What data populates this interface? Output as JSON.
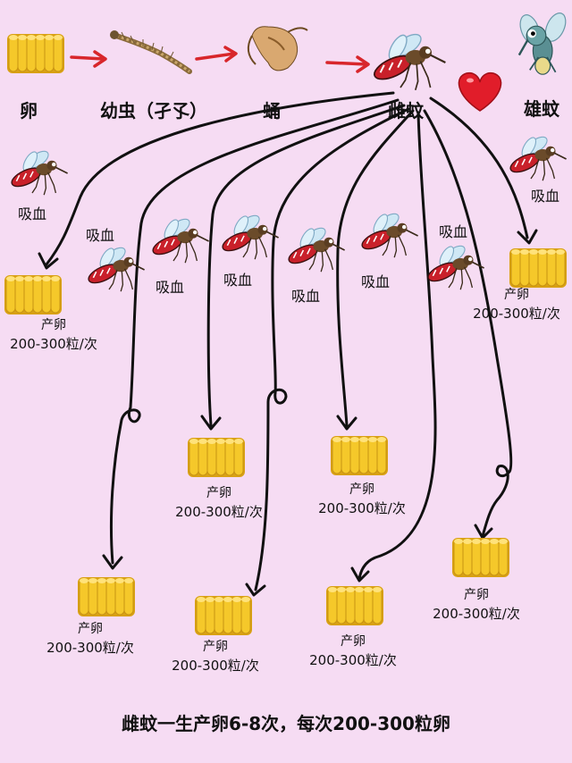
{
  "stages": {
    "egg": "卵",
    "larva": "幼虫（孑孓）",
    "pupa": "蛹",
    "female": "雌蚊",
    "male": "雄蚊"
  },
  "blood_meal": "吸血",
  "egg_cluster_label": "产卵",
  "egg_count": "200-300粒/次",
  "summary": "雌蚊一生产卵6-8次，每次200-300粒卵",
  "colors": {
    "background": "#f6dcf3",
    "arrow": "#d8262b",
    "line": "#111111",
    "egg": "#f2c224",
    "heart": "#e11d2a"
  }
}
